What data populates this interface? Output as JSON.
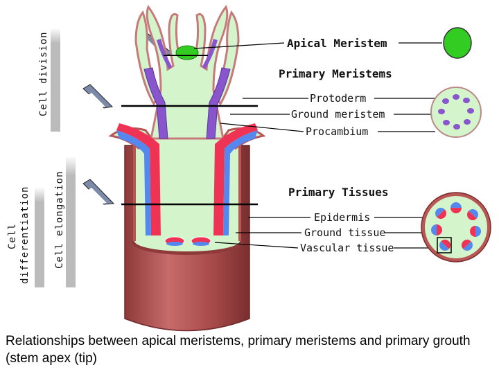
{
  "diagram": {
    "labels": {
      "apical_meristem": "Apical Meristem",
      "primary_meristems": "Primary Meristems",
      "protoderm": "Protoderm",
      "ground_meristem": "Ground meristem",
      "procambium": "Procambium",
      "primary_tissues": "Primary Tissues",
      "epidermis": "Epidermis",
      "ground_tissue": "Ground tissue",
      "vascular_tissue": "Vascular tissue"
    },
    "side_labels": {
      "cell_division": "Cell division",
      "cell_elongation": "Cell elongation",
      "cell_differentiation_1": "Cell",
      "cell_differentiation_2": "differentiation"
    },
    "colors": {
      "ground": "#d4f5cc",
      "apical": "#33cc22",
      "procambium": "#8855cc",
      "xylem": "#ee3355",
      "phloem": "#5588ee",
      "epidermis": "#b85555",
      "protoderm_dots": "#aa88dd"
    }
  },
  "caption": "Relationships between apical meristems, primary meristems and primary grouth (stem apex (tip)"
}
